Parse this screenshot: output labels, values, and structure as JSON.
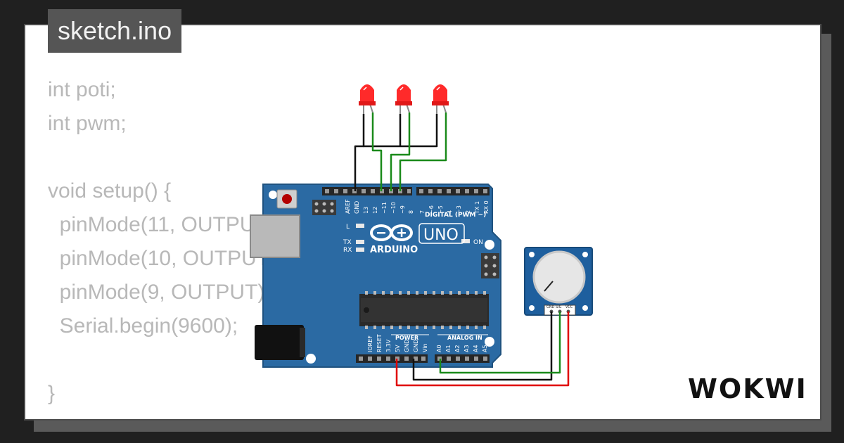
{
  "editor": {
    "filename": "sketch.ino",
    "code_lines": [
      "int poti;",
      "int pwm;",
      "",
      "void setup() {",
      "  pinMode(11, OUTPUT);",
      "  pinMode(10, OUTPUT);",
      "  pinMode(9, OUTPUT);",
      "  Serial.begin(9600);",
      "",
      "}"
    ]
  },
  "board": {
    "brand": "ARDUINO",
    "model": "UNO",
    "digital_header": "DIGITAL (PWM ~)",
    "digital_pins": [
      "AREF",
      "GND",
      "13",
      "12",
      "~11",
      "~10",
      "~9",
      "8",
      "7",
      "~6",
      "~5",
      "4",
      "~3",
      "2",
      "TX 1",
      "RX 0"
    ],
    "power_header": "POWER",
    "power_pins": [
      "IOREF",
      "RESET",
      "3.3V",
      "5V",
      "GND",
      "GND",
      "Vin"
    ],
    "analog_header": "ANALOG IN",
    "analog_pins": [
      "A0",
      "A1",
      "A2",
      "A3",
      "A4",
      "A5"
    ],
    "led_labels": {
      "l": "L",
      "tx": "TX",
      "rx": "RX",
      "on": "ON"
    }
  },
  "potentiometer": {
    "pins": [
      "GND",
      "SIG",
      "VCC"
    ]
  },
  "brand_logo": "WOKWI",
  "colors": {
    "board_blue": "#2b6aa3",
    "led_red": "#ff2a2a",
    "wire_green": "#1a8a1a",
    "wire_red": "#e00000",
    "wire_black": "#111111",
    "code_gray": "#b8b8b8"
  }
}
